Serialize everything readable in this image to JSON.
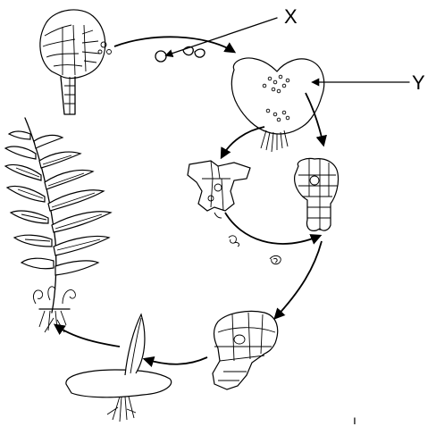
{
  "labels": {
    "x": "X",
    "y": "Y"
  },
  "tick_mark": "ı"
}
